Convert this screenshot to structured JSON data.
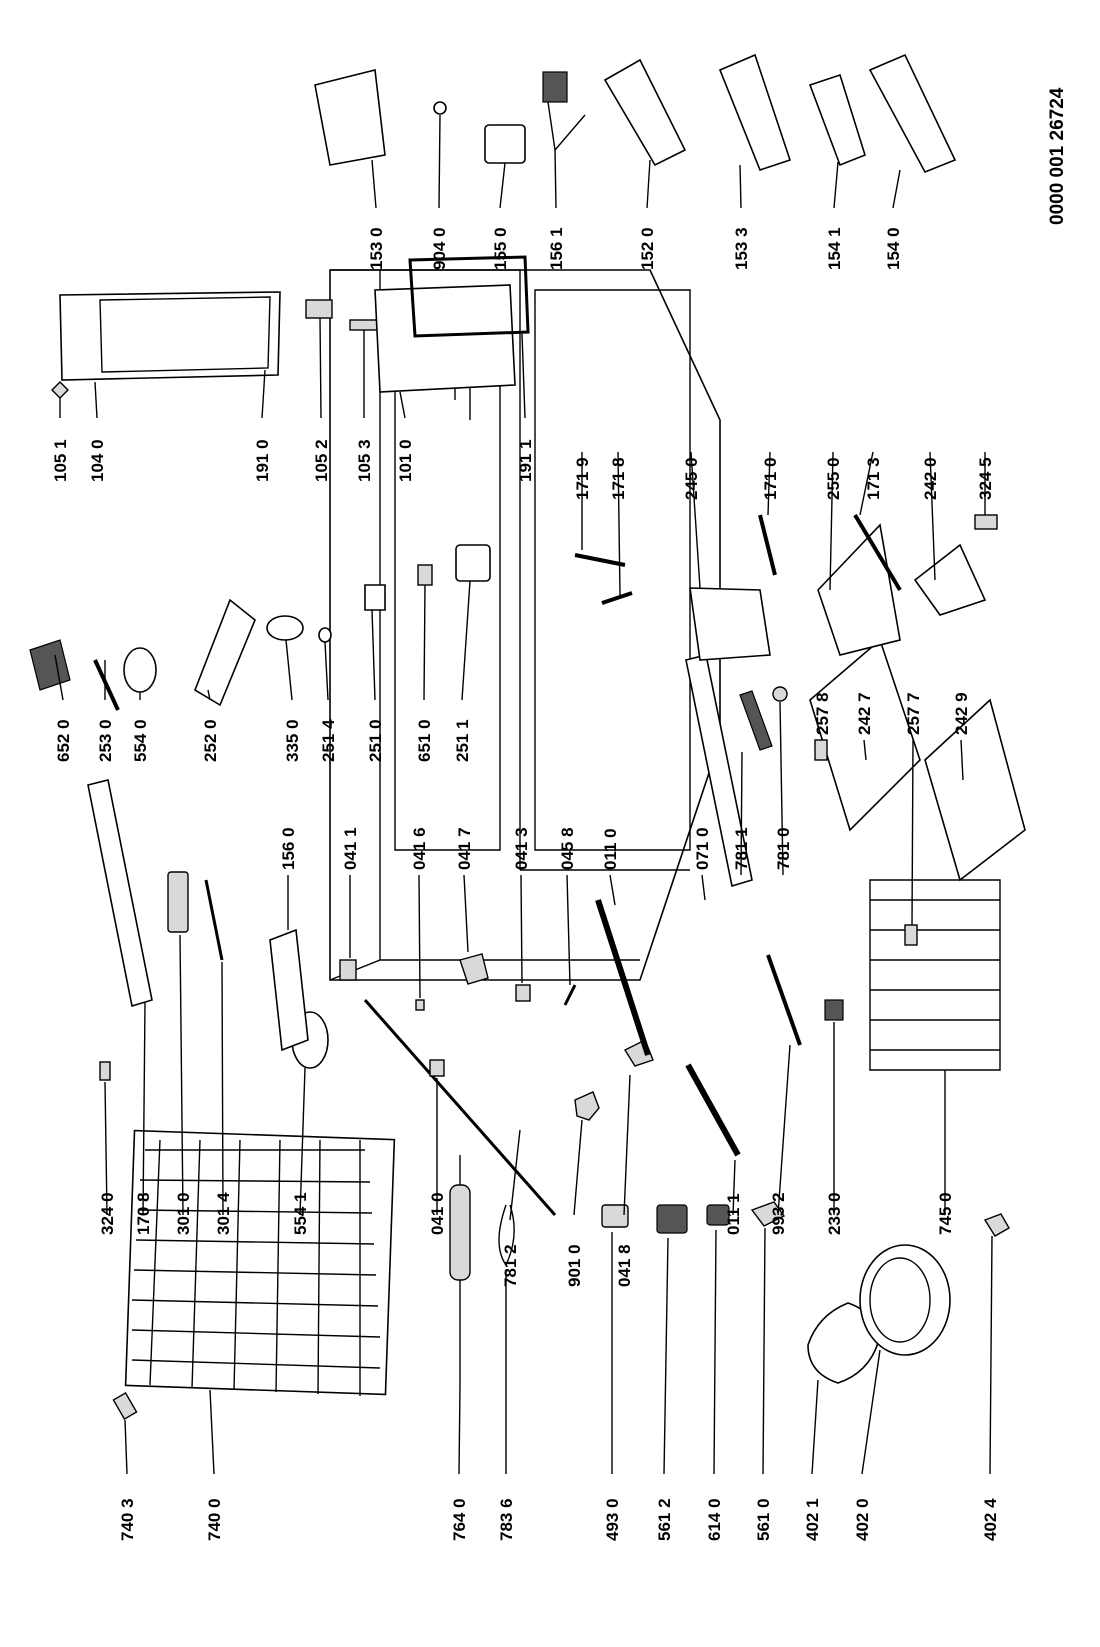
{
  "document_number": "0000 001 26724",
  "part_labels": {
    "p740_3": "740 3",
    "p740_0": "740 0",
    "p764_0": "764 0",
    "p783_6": "783 6",
    "p493_0": "493 0",
    "p561_2": "561 2",
    "p614_0": "614 0",
    "p561_0": "561 0",
    "p402_1": "402 1",
    "p402_0": "402 0",
    "p402_4": "402 4",
    "p781_2": "781 2",
    "p901_0": "901 0",
    "p041_8": "041 8",
    "p011_1": "011 1",
    "p993_2": "993 2",
    "p233_0": "233 0",
    "p745_0": "745 0",
    "p324_0": "324 0",
    "p170_8": "170 8",
    "p301_0": "301 0",
    "p301_4": "301 4",
    "p554_1": "554 1",
    "p041_0": "041 0",
    "p156_0": "156 0",
    "p041_1": "041 1",
    "p041_6": "041 6",
    "p041_7": "041 7",
    "p041_3": "041 3",
    "p045_8": "045 8",
    "p011_0": "011 0",
    "p071_0": "071 0",
    "p781_1": "781 1",
    "p781_0": "781 0",
    "p257_8": "257 8",
    "p242_7": "242 7",
    "p257_7": "257 7",
    "p242_9": "242 9",
    "p652_0": "652 0",
    "p253_0": "253 0",
    "p554_0": "554 0",
    "p252_0": "252 0",
    "p335_0": "335 0",
    "p251_4": "251 4",
    "p251_0": "251 0",
    "p651_0": "651 0",
    "p251_1": "251 1",
    "p171_9": "171 9",
    "p171_8": "171 8",
    "p245_0": "245 0",
    "p171_0": "171 0",
    "p255_0": "255 0",
    "p171_3": "171 3",
    "p242_0": "242 0",
    "p324_5": "324 5",
    "p105_1": "105 1",
    "p104_0": "104 0",
    "p191_0": "191 0",
    "p105_2": "105 2",
    "p105_3": "105 3",
    "p101_0": "101 0",
    "p191_1": "191 1",
    "p153_0": "153 0",
    "p904_0": "904 0",
    "p155_0": "155 0",
    "p156_1": "156 1",
    "p152_0": "152 0",
    "p153_3": "153 3",
    "p154_1": "154 1",
    "p154_0": "154 0"
  }
}
